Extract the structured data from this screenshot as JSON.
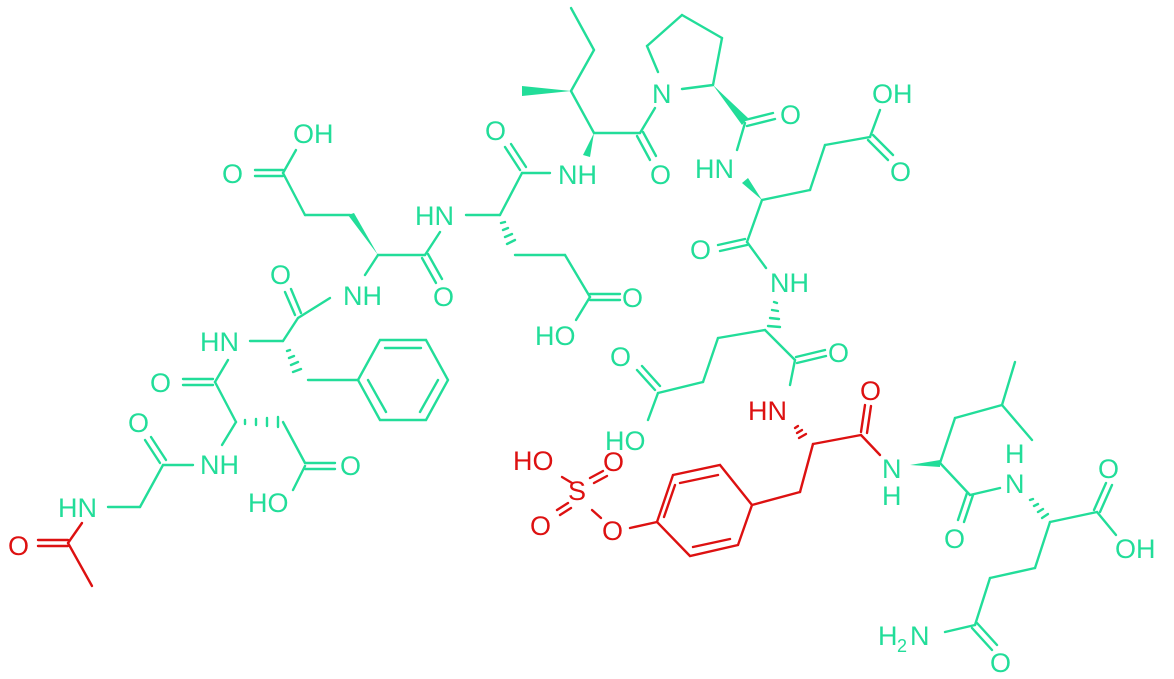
{
  "diagram": {
    "type": "chemical-structure",
    "description": "Sulfated peptide (Ac-Gly-Asp-Phe-Glu-Glu-Ile-Pro-Glu-Glu-Tyr(SO3H)-Leu-Gln-OH)",
    "colors": {
      "main": "#22dd99",
      "highlight": "#dd1111"
    },
    "residues": [
      "Ac",
      "Gly",
      "Asp",
      "Phe",
      "Glu",
      "Glu",
      "Ile",
      "Pro",
      "Glu",
      "Glu",
      "Tyr(SO3H)",
      "Leu",
      "Gln"
    ],
    "highlighted_groups": [
      "N-acetyl",
      "sulfotyrosine"
    ]
  },
  "labels": {
    "ac_O": "O",
    "gly_HN": "HN",
    "gly_O": "O",
    "asp_NH": "NH",
    "asp_HO": "HO",
    "asp_O": "O",
    "phe_O": "O",
    "phe_HN": "HN",
    "glu1_O": "O",
    "glu1_NH": "NH",
    "glu1_O_side": "O",
    "glu1_OH": "OH",
    "glu1_amide_O": "O",
    "glu2_HN": "HN",
    "glu2_O": "O",
    "glu2_HO": "HO",
    "glu2_side_O": "O",
    "ile_NH": "NH",
    "ile_O": "O",
    "pro_N": "N",
    "pro_O": "O",
    "glu3_HN": "HN",
    "glu3_OH": "OH",
    "glu3_side_O": "O",
    "glu3_O": "O",
    "glu4_NH": "NH",
    "glu4_O": "O",
    "glu4_side_O": "O",
    "glu4_HO": "HO",
    "tyr_HN": "HN",
    "tyr_O": "O",
    "sulf_HO": "HO",
    "sulf_O1": "O",
    "sulf_S": "S",
    "sulf_O2": "O",
    "sulf_O3": "O",
    "leu_N": "N",
    "leu_H": "H",
    "leu_O": "O",
    "gln_H": "H",
    "gln_N": "N",
    "gln_O": "O",
    "gln_OH": "OH",
    "gln_H2N": "H",
    "gln_sub2": "2",
    "gln_N2": "N",
    "gln_amide_O": "O"
  }
}
